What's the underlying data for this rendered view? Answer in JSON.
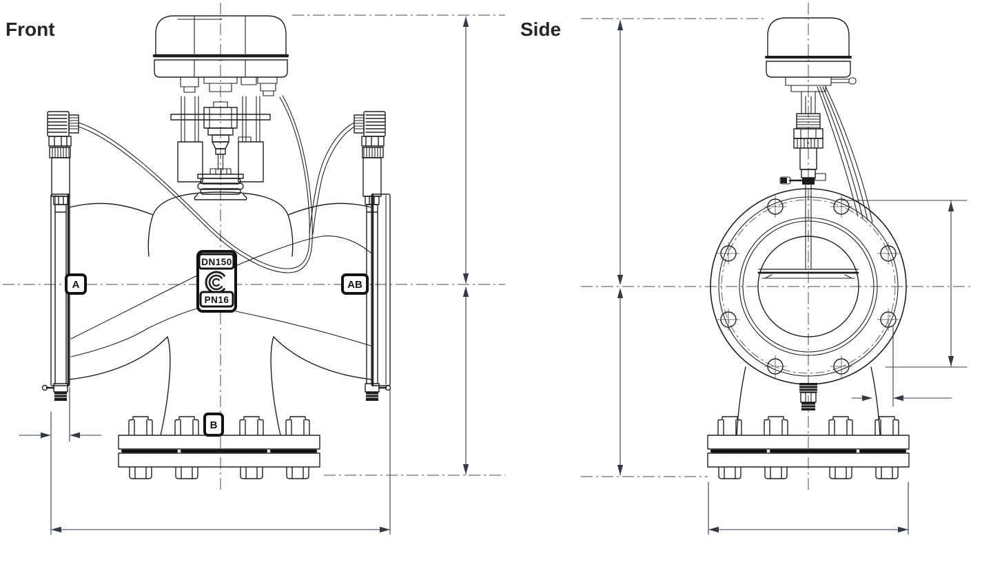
{
  "page": {
    "background": "#ffffff"
  },
  "views": {
    "front": {
      "label": "Front",
      "nameplate": {
        "size": "DN150",
        "pressure_rating": "PN16"
      },
      "ports": {
        "inlet": "A",
        "outlet": "AB",
        "bottom": "B"
      }
    },
    "side": {
      "label": "Side"
    }
  },
  "drawing": {
    "colors": {
      "line": "#1e1e1e",
      "dimension": "#333a46",
      "centerline": "#4a4a4a",
      "background": "#ffffff"
    }
  },
  "icons": {
    "manufacturer_logo": "concentric-c-rings"
  }
}
